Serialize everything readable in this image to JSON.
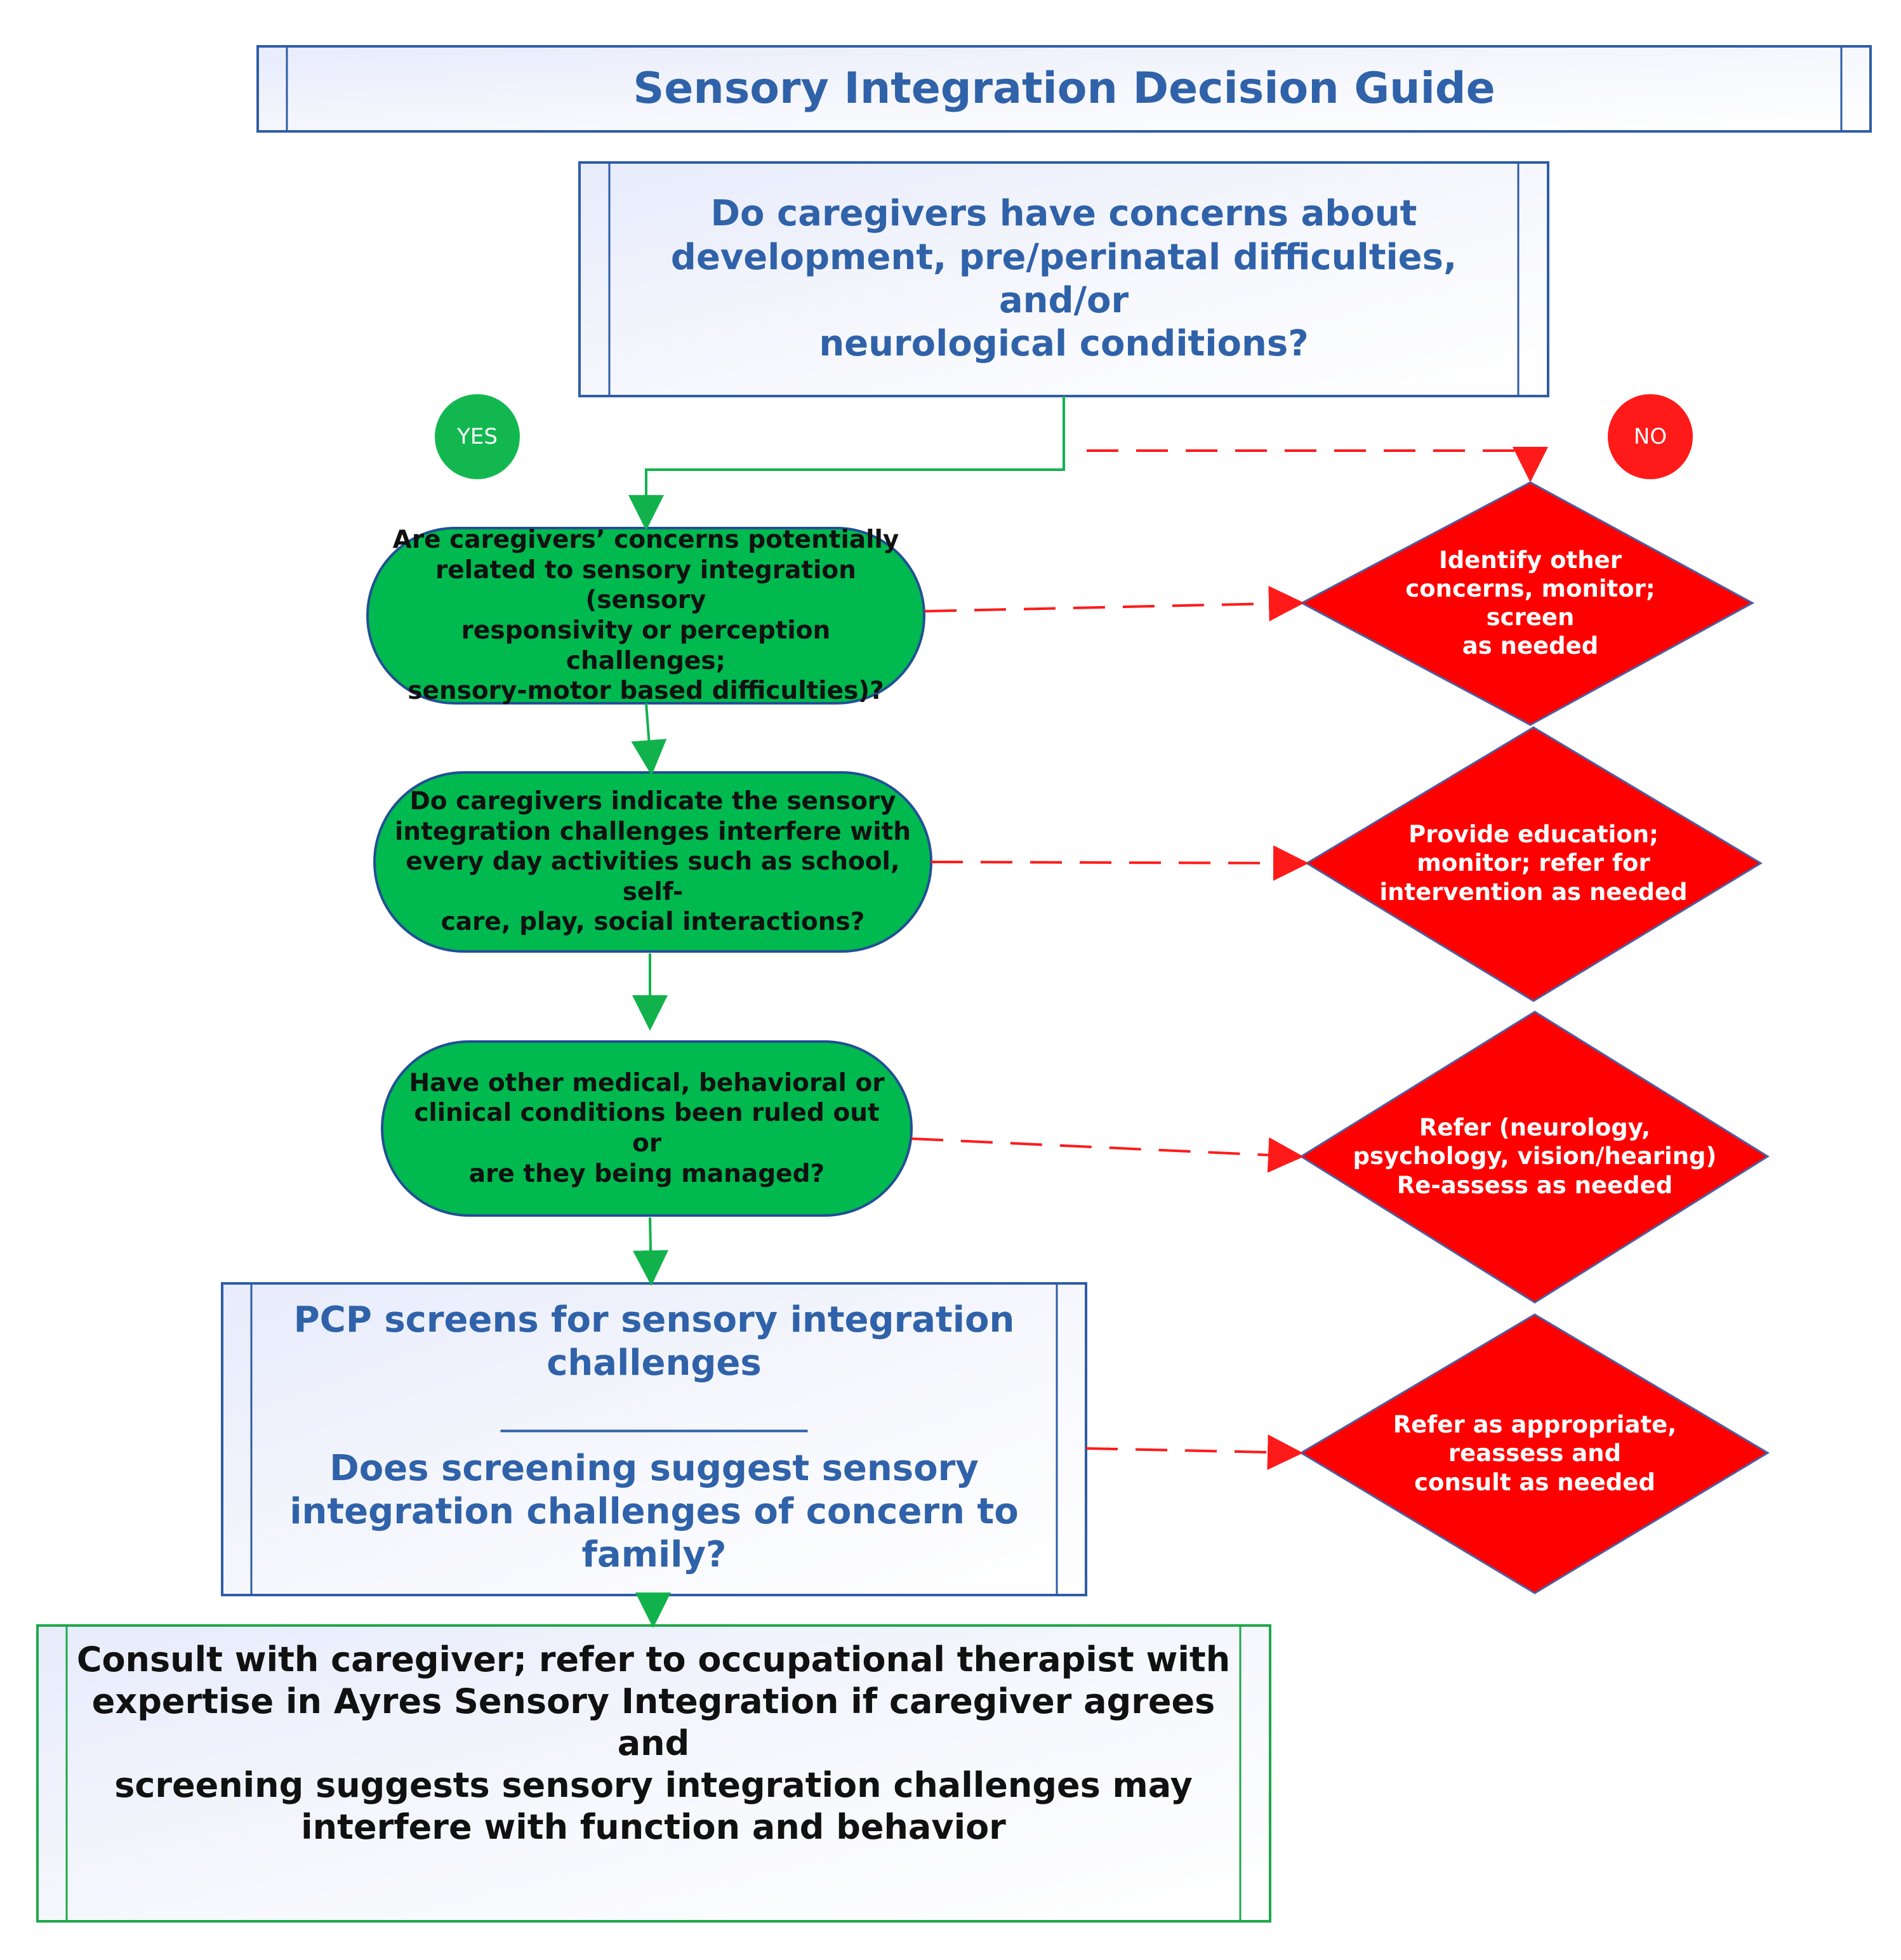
{
  "title": "Sensory Integration Decision Guide",
  "nodes": {
    "start": "Do caregivers have concerns about\ndevelopment, pre/perinatal difficulties, and/or\nneurological conditions?",
    "q1": "Are caregivers’ concerns potentially\nrelated to sensory integration (sensory\nresponsivity or perception challenges;\nsensory-motor based difficulties)?",
    "q2": "Do caregivers indicate the sensory\nintegration challenges interfere with\nevery day activities such as school, self-\ncare, play, social interactions?",
    "q3": "Have other medical, behavioral or\nclinical conditions been ruled out or\nare they being managed?",
    "screen_top": "PCP screens for sensory integration\nchallenges",
    "screen_divider": "______________________",
    "screen_bottom": "Does screening suggest sensory\nintegration challenges of concern to\nfamily?",
    "final": "Consult with caregiver; refer to occupational therapist with\nexpertise in Ayres Sensory Integration if caregiver agrees and\nscreening suggests sensory integration challenges may\ninterfere with function and behavior",
    "no1": "Identify  other\nconcerns, monitor;\nscreen\nas needed",
    "no2": "Provide education;\nmonitor; refer for\nintervention as needed",
    "no3": "Refer (neurology,\npsychology, vision/hearing)\nRe-assess as needed",
    "no4": "Refer as appropriate,\nreassess and\nconsult as needed"
  },
  "badges": {
    "yes": "YES",
    "no": "NO"
  },
  "colors": {
    "title_text": "#2f62a9",
    "box_border": "#2e5da6",
    "terminal_border": "#1ea84a",
    "decision_fill": "#00b94f",
    "no_fill": "#ff0000",
    "yes_badge": "#12b84f",
    "no_badge": "#ff1a1a",
    "yes_line": "#11b24b",
    "no_line": "#ff1a1a"
  }
}
